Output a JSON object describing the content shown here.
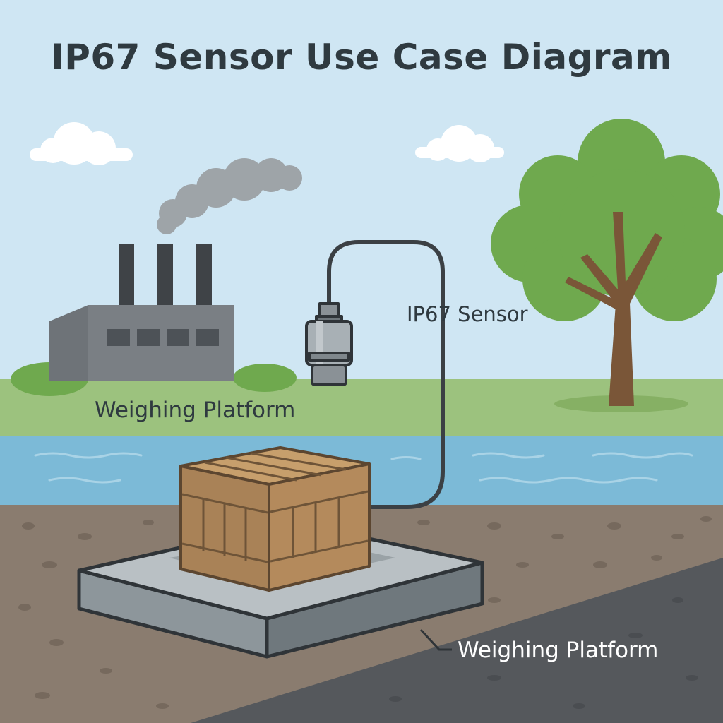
{
  "title": "IP67 Sensor Use Case Diagram",
  "labels": {
    "sensor": "IP67 Sensor",
    "weighing_platform_upper": "Weighing Platform",
    "weighing_platform_lower": "Weighing Platform"
  },
  "colors": {
    "sky": "#cfe6f3",
    "grass": "#9cc27e",
    "water": "#7cbad7",
    "soil": "#8a7c6f",
    "road": "#55585c",
    "tree_foliage": "#6fa94e",
    "tree_trunk": "#7a5638",
    "factory": "#6e7378",
    "smoke": "#9ea4a8",
    "crate": "#b48a5c",
    "platform": "#9aa3a9",
    "cable": "#3b4044",
    "title_text": "#2f3a40"
  }
}
